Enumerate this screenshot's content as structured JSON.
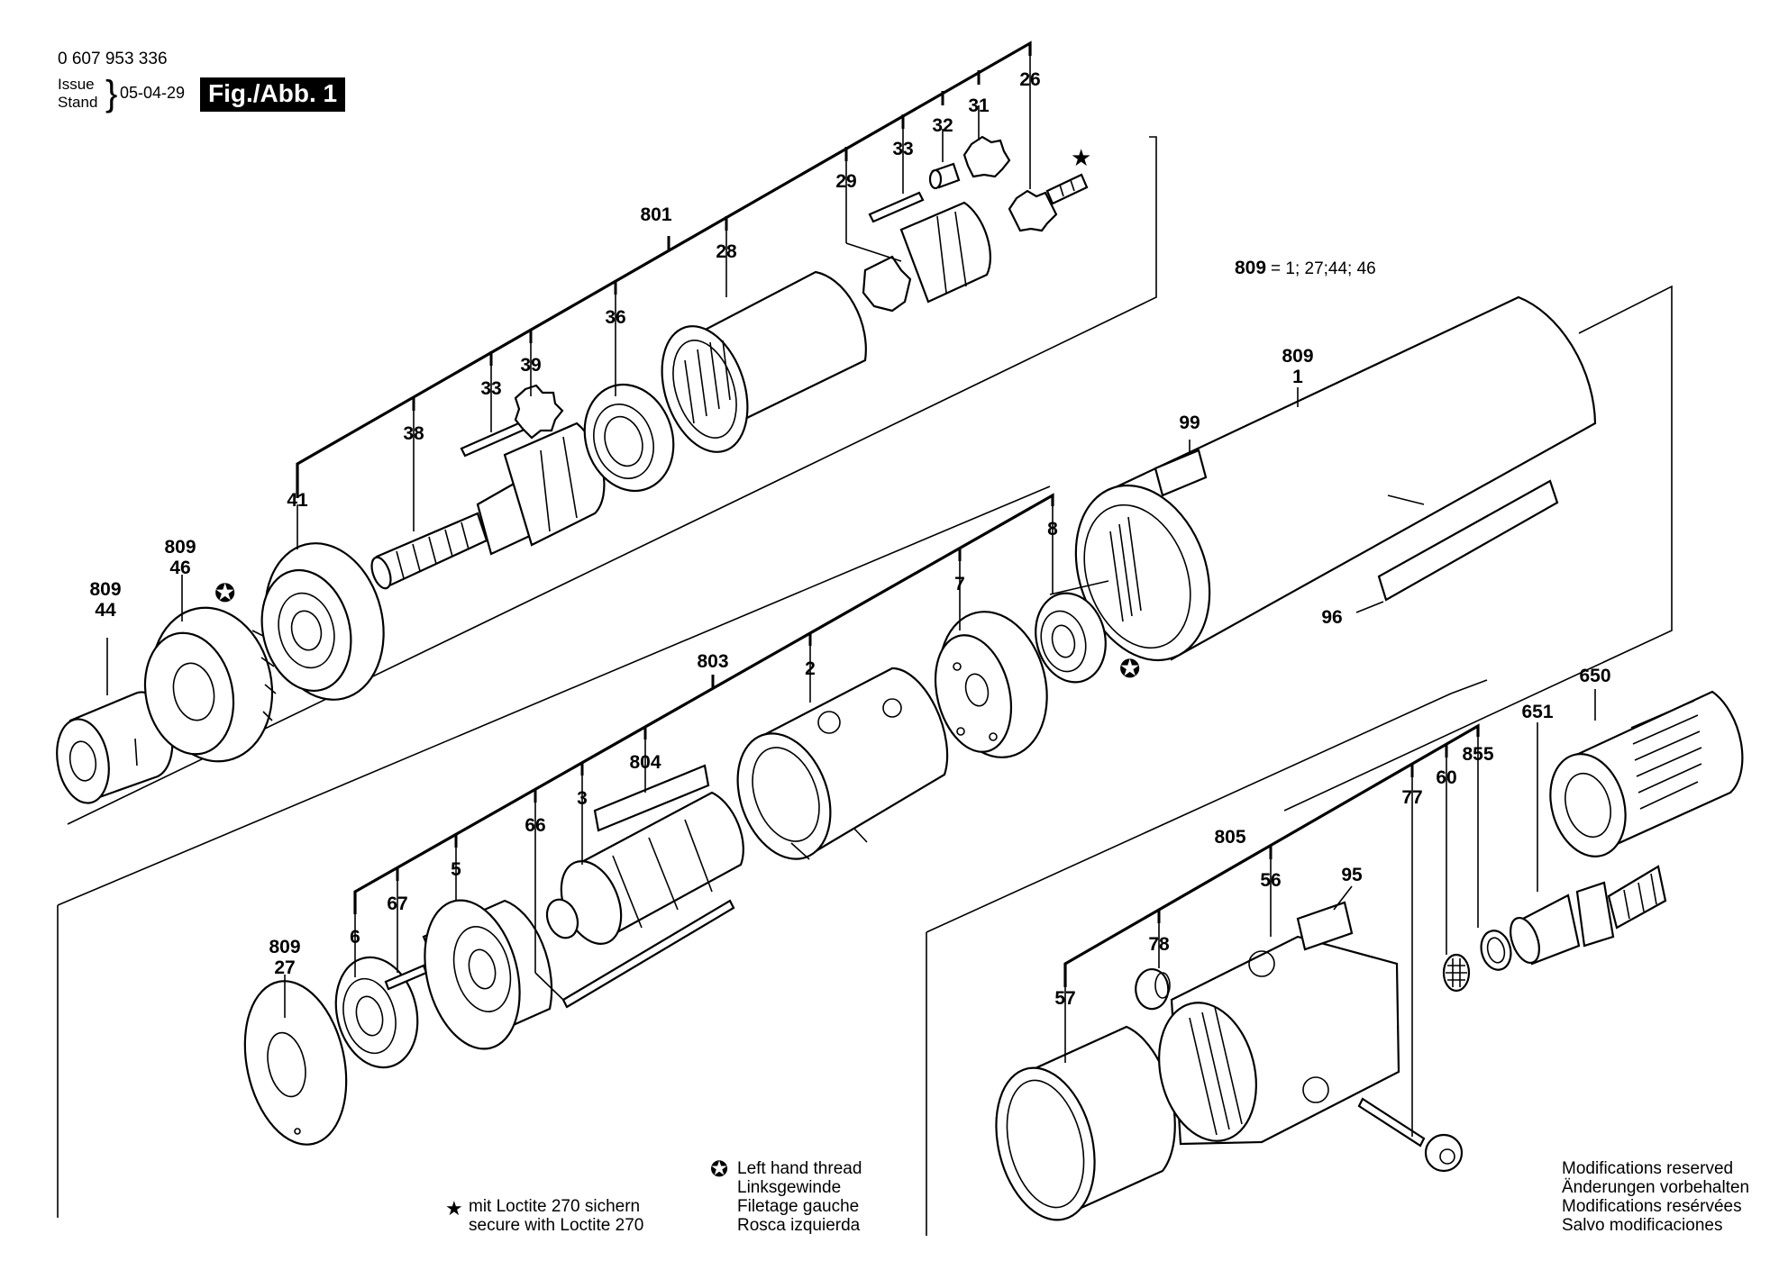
{
  "header": {
    "doc_number": "0 607 953 336",
    "issue_label": "Issue",
    "stand_label": "Stand",
    "issue_date": "05-04-29",
    "figure_label": "Fig./Abb. 1"
  },
  "kit_note": {
    "kit": "809",
    "equals": "= 1; 27;44; 46"
  },
  "part_labels": {
    "p801": "801",
    "p28": "28",
    "p29": "29",
    "p33a": "33",
    "p32": "32",
    "p31": "31",
    "p26": "26",
    "p36": "36",
    "p39": "39",
    "p33b": "33",
    "p38": "38",
    "p41": "41",
    "p809_46": "809",
    "p46": "46",
    "p809_44": "809",
    "p44": "44",
    "p809_1": "809",
    "p1": "1",
    "p99": "99",
    "p96": "96",
    "p8": "8",
    "p7": "7",
    "p2": "2",
    "p803": "803",
    "p804": "804",
    "p3": "3",
    "p66": "66",
    "p5": "5",
    "p67": "67",
    "p6": "6",
    "p809_27": "809",
    "p27": "27",
    "p650": "650",
    "p651": "651",
    "p855": "855",
    "p60": "60",
    "p77": "77",
    "p805": "805",
    "p56": "56",
    "p95": "95",
    "p78": "78",
    "p57": "57"
  },
  "symbols": {
    "loctite_star": "★",
    "left_thread": "✪"
  },
  "legend_loctite": {
    "line1": "mit Loctite 270 sichern",
    "line2": "secure with Loctite 270"
  },
  "legend_thread": {
    "line1": "Left hand thread",
    "line2": "Linksgewinde",
    "line3": "Filetage gauche",
    "line4": "Rosca izquierda"
  },
  "legend_modifications": {
    "line1": "Modifications reserved",
    "line2": "Änderungen vorbehalten",
    "line3": "Modifications resérvées",
    "line4": "Salvo modificaciones"
  }
}
